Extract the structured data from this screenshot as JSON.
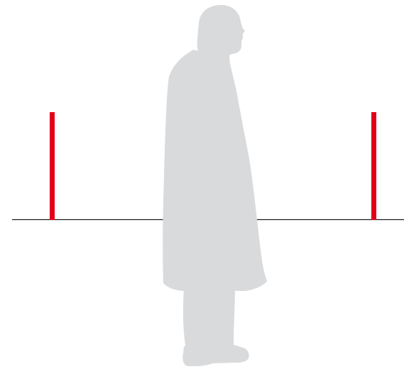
{
  "colors": {
    "background": "#ffffff",
    "ground_line": "#1a1a1a",
    "posts": "#e2001a",
    "figure": "#d9dadb"
  },
  "elements": {
    "figure": "standing-man-silhouette",
    "posts": [
      "left-post",
      "right-post"
    ],
    "ground": "horizontal-ground-line"
  }
}
